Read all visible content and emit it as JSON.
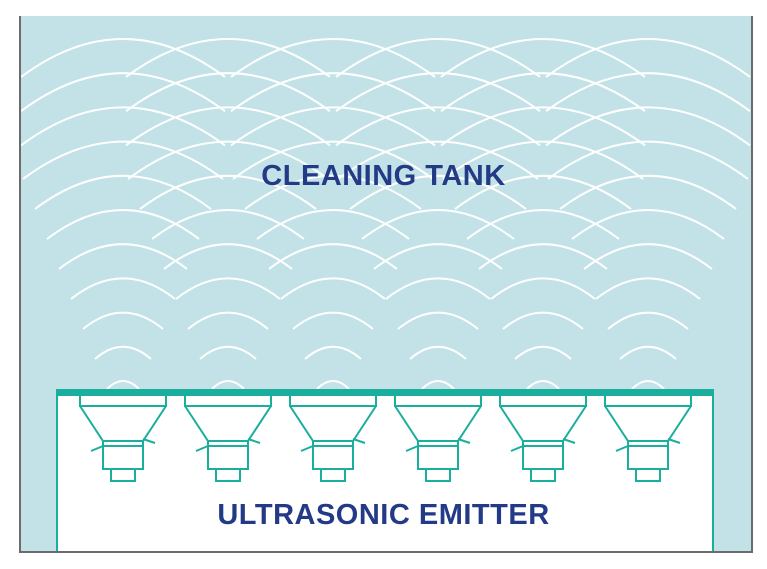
{
  "title_tank": "CLEANING TANK",
  "title_emitter": "ULTRASONIC EMITTER",
  "transducer_count": 6,
  "colors": {
    "tank_fill": "#c3e2e7",
    "wave": "#ffffff",
    "emitter_stroke": "#1aae9c",
    "text": "#233a86",
    "tank_border": "#6b6b6b"
  }
}
